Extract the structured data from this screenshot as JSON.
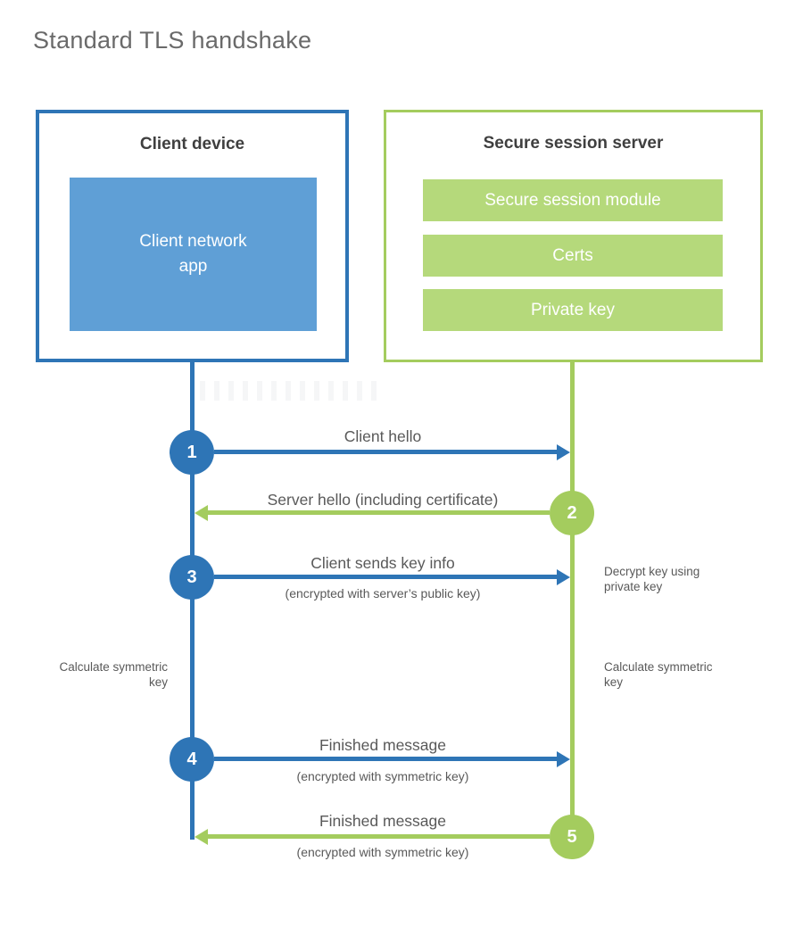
{
  "title": "Standard TLS handshake",
  "colors": {
    "blue": "#2e75b6",
    "blue_light": "#5f9fd6",
    "green": "#a4cc5e",
    "green_light": "#b5d97b",
    "heading_text": "#3f3f3f",
    "label_text": "#595959",
    "title_text": "#6a6a6a"
  },
  "client": {
    "title": "Client device",
    "app_label": "Client network app"
  },
  "server": {
    "title": "Secure session server",
    "modules": [
      "Secure session module",
      "Certs",
      "Private key"
    ]
  },
  "steps": [
    {
      "num": "1",
      "actor": "client",
      "direction": "right",
      "label": "Client hello",
      "sublabel": ""
    },
    {
      "num": "2",
      "actor": "server",
      "direction": "left",
      "label": "Server hello (including certificate)",
      "sublabel": ""
    },
    {
      "num": "3",
      "actor": "client",
      "direction": "right",
      "label": "Client sends key info",
      "sublabel": "(encrypted with server’s public key)"
    },
    {
      "num": "4",
      "actor": "client",
      "direction": "right",
      "label": "Finished message",
      "sublabel": "(encrypted with symmetric key)"
    },
    {
      "num": "5",
      "actor": "server",
      "direction": "left",
      "label": "Finished message",
      "sublabel": "(encrypted with symmetric key)"
    }
  ],
  "notes": {
    "decrypt_key": "Decrypt key using private key",
    "calculate_left": "Calculate symmetric key",
    "calculate_right": "Calculate symmetric key"
  }
}
